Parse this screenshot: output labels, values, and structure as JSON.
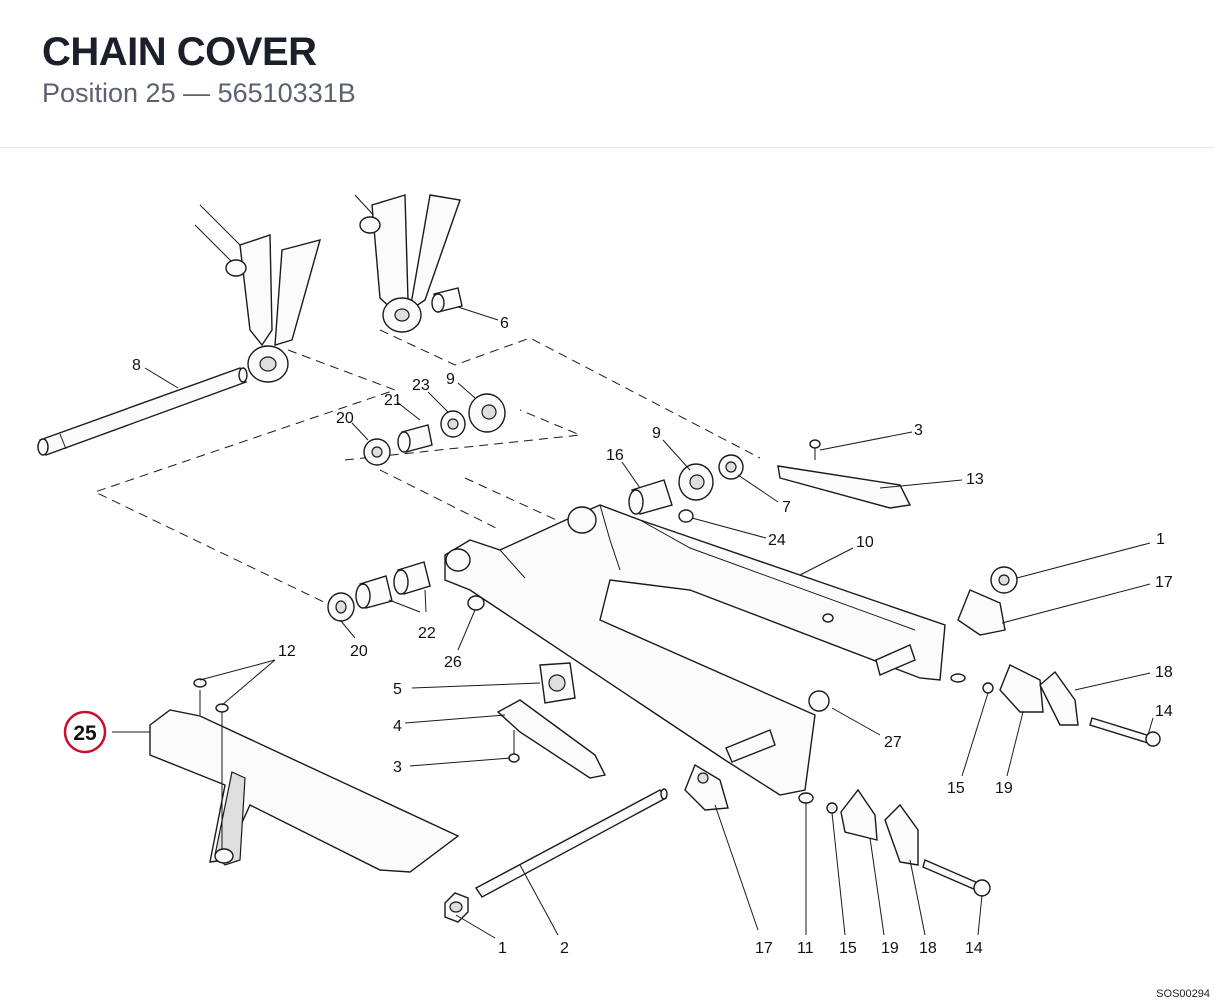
{
  "header": {
    "title": "CHAIN COVER",
    "subtitle": "Position 25 — 56510331B"
  },
  "highlight": {
    "number": "25",
    "color": "#c8102e"
  },
  "callouts": {
    "c8": "8",
    "c6": "6",
    "c21": "21",
    "c23": "23",
    "c9a": "9",
    "c20a": "20",
    "c3a": "3",
    "c13": "13",
    "c9b": "9",
    "c16": "16",
    "c7": "7",
    "c24": "24",
    "c10": "10",
    "c1a": "1",
    "c17a": "17",
    "c18a": "18",
    "c14a": "14",
    "c15a": "15",
    "c19a": "19",
    "c20b": "20",
    "c22": "22",
    "c26": "26",
    "c12": "12",
    "c5": "5",
    "c4": "4",
    "c3b": "3",
    "c27": "27",
    "c1b": "1",
    "c2": "2",
    "c17b": "17",
    "c11": "11",
    "c15b": "15",
    "c19b": "19",
    "c18b": "18",
    "c14b": "14"
  },
  "footer": {
    "code": "SOS00294"
  }
}
